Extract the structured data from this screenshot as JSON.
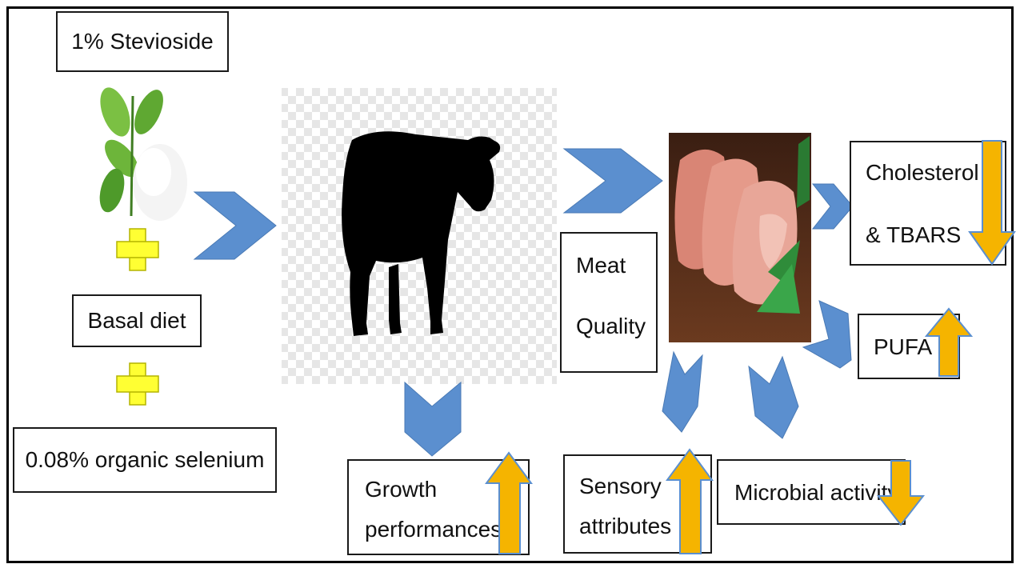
{
  "inputs": {
    "stevioside": "1% Stevioside",
    "basal_diet": "Basal diet",
    "selenium": "0.08% organic selenium"
  },
  "outcomes": {
    "meat_quality_line1": "Meat",
    "meat_quality_line2": "Quality",
    "growth_line1": "Growth",
    "growth_line2": "performances",
    "cholesterol_line1": "Cholesterol",
    "cholesterol_line2": "& TBARS",
    "pufa": "PUFA",
    "sensory_line1": "Sensory",
    "sensory_line2": "attributes",
    "microbial": "Microbial activity"
  },
  "colors": {
    "chevron": "#5b8fcf",
    "trend_arrow": "#f5b400",
    "plus": "#ffff33"
  }
}
